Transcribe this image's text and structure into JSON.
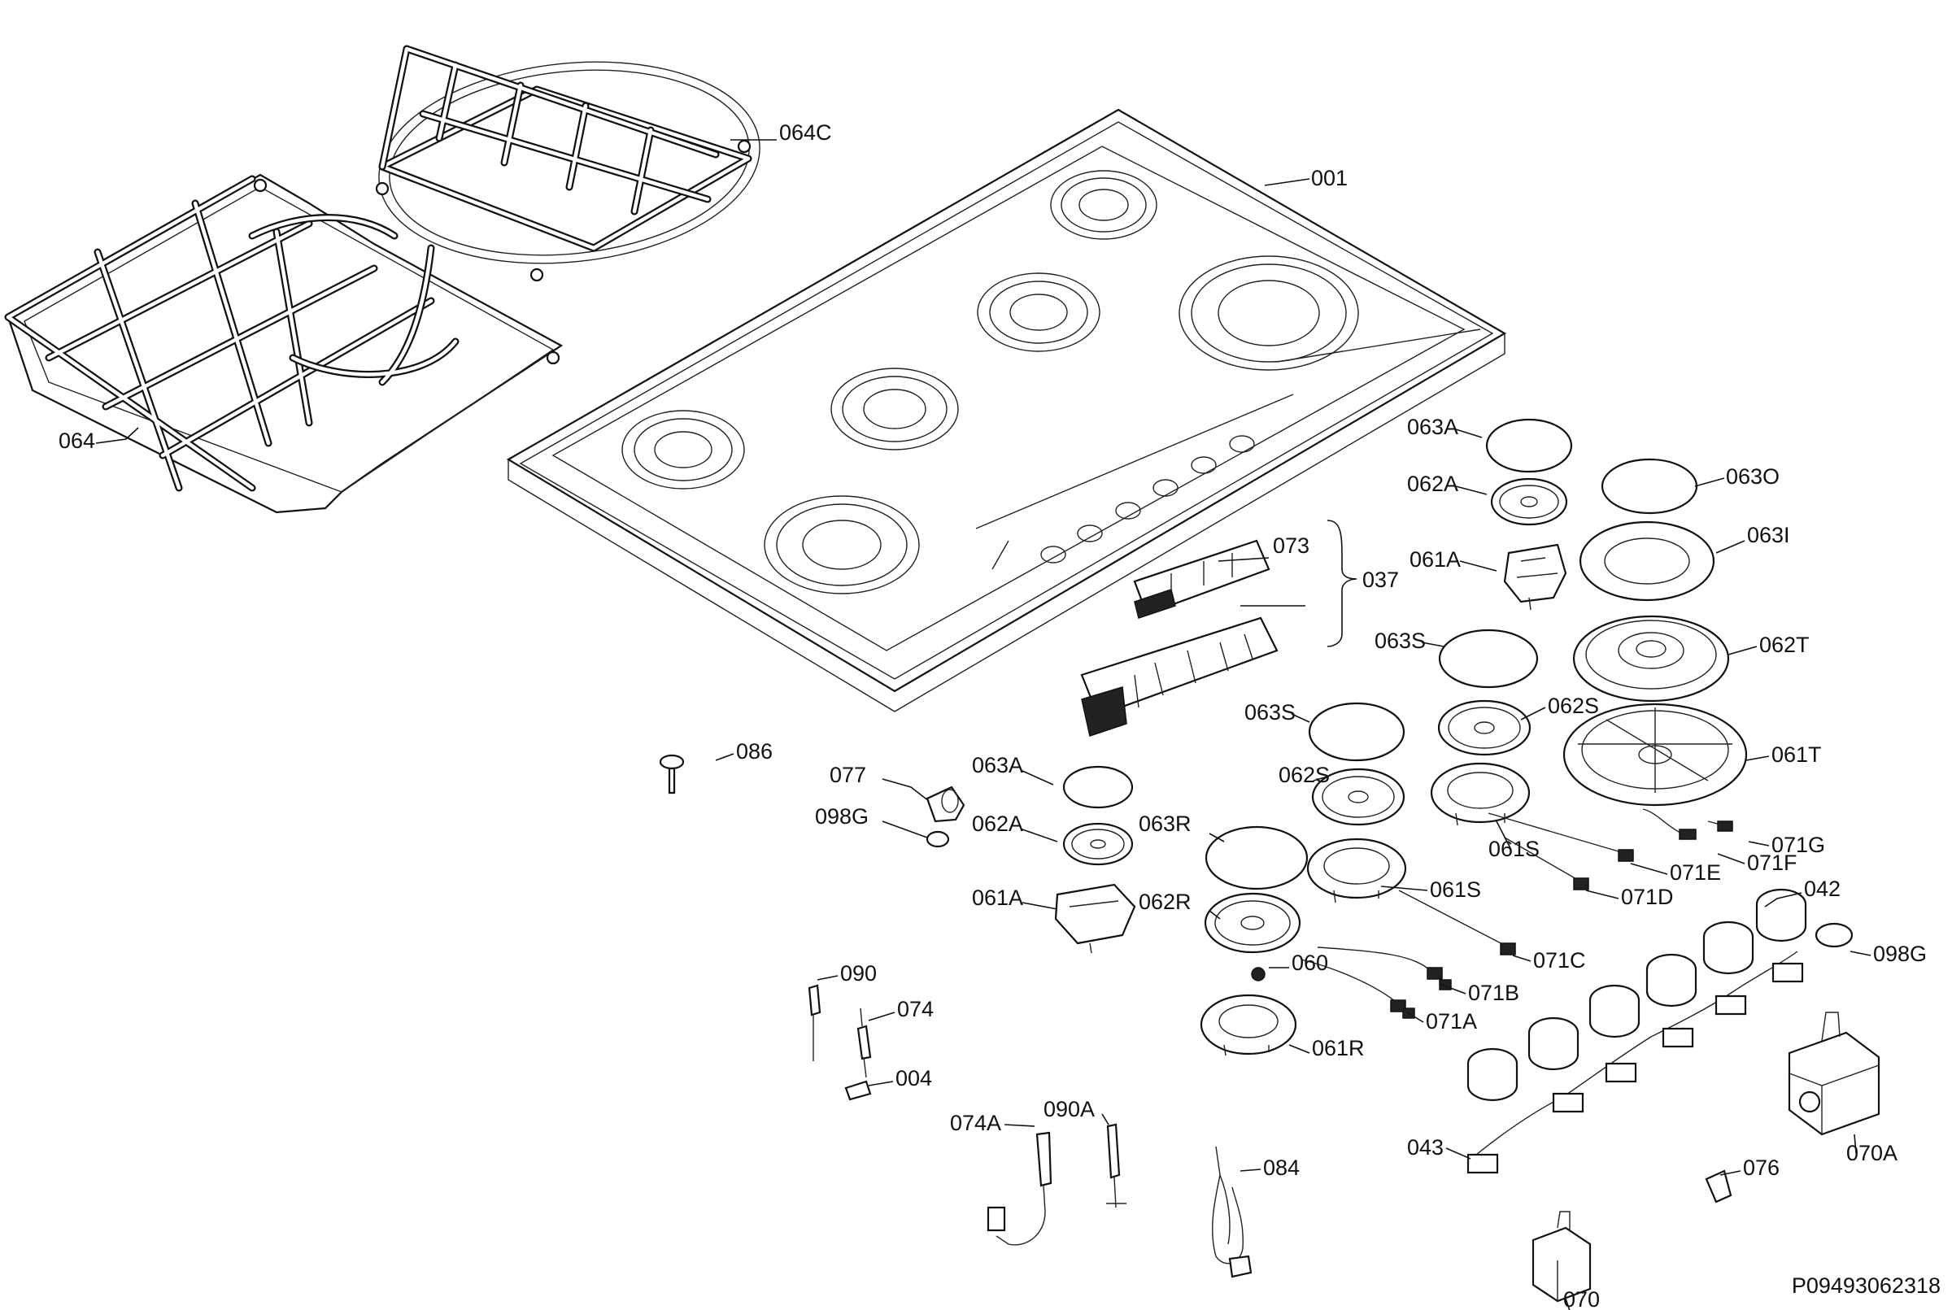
{
  "diagram": {
    "drawing_code": "P09493062318",
    "labels": {
      "l001": "001",
      "l064C": "064C",
      "l064": "064",
      "l073": "073",
      "l037": "037",
      "l063A_r": "063A",
      "l062A_r": "062A",
      "l061A_r": "061A",
      "l063O": "063O",
      "l063I": "063I",
      "l062T": "062T",
      "l061T": "061T",
      "l063S_r": "063S",
      "l062S_r": "062S",
      "l063S_m": "063S",
      "l062S_m": "062S",
      "l061S_r": "061S",
      "l061S_m": "061S",
      "l071G": "071G",
      "l071F": "071F",
      "l071E": "071E",
      "l071D": "071D",
      "l071C": "071C",
      "l071B": "071B",
      "l071A": "071A",
      "l086": "086",
      "l077": "077",
      "l098G_l": "098G",
      "l063A_l": "063A",
      "l062A_l": "062A",
      "l061A_l": "061A",
      "l063R": "063R",
      "l062R": "062R",
      "l060": "060",
      "l061R": "061R",
      "l042": "042",
      "l098G_r": "098G",
      "l090": "090",
      "l074": "074",
      "l004": "004",
      "l074A": "074A",
      "l090A": "090A",
      "l084": "084",
      "l043": "043",
      "l076": "076",
      "l070A": "070A",
      "l070": "070"
    }
  }
}
